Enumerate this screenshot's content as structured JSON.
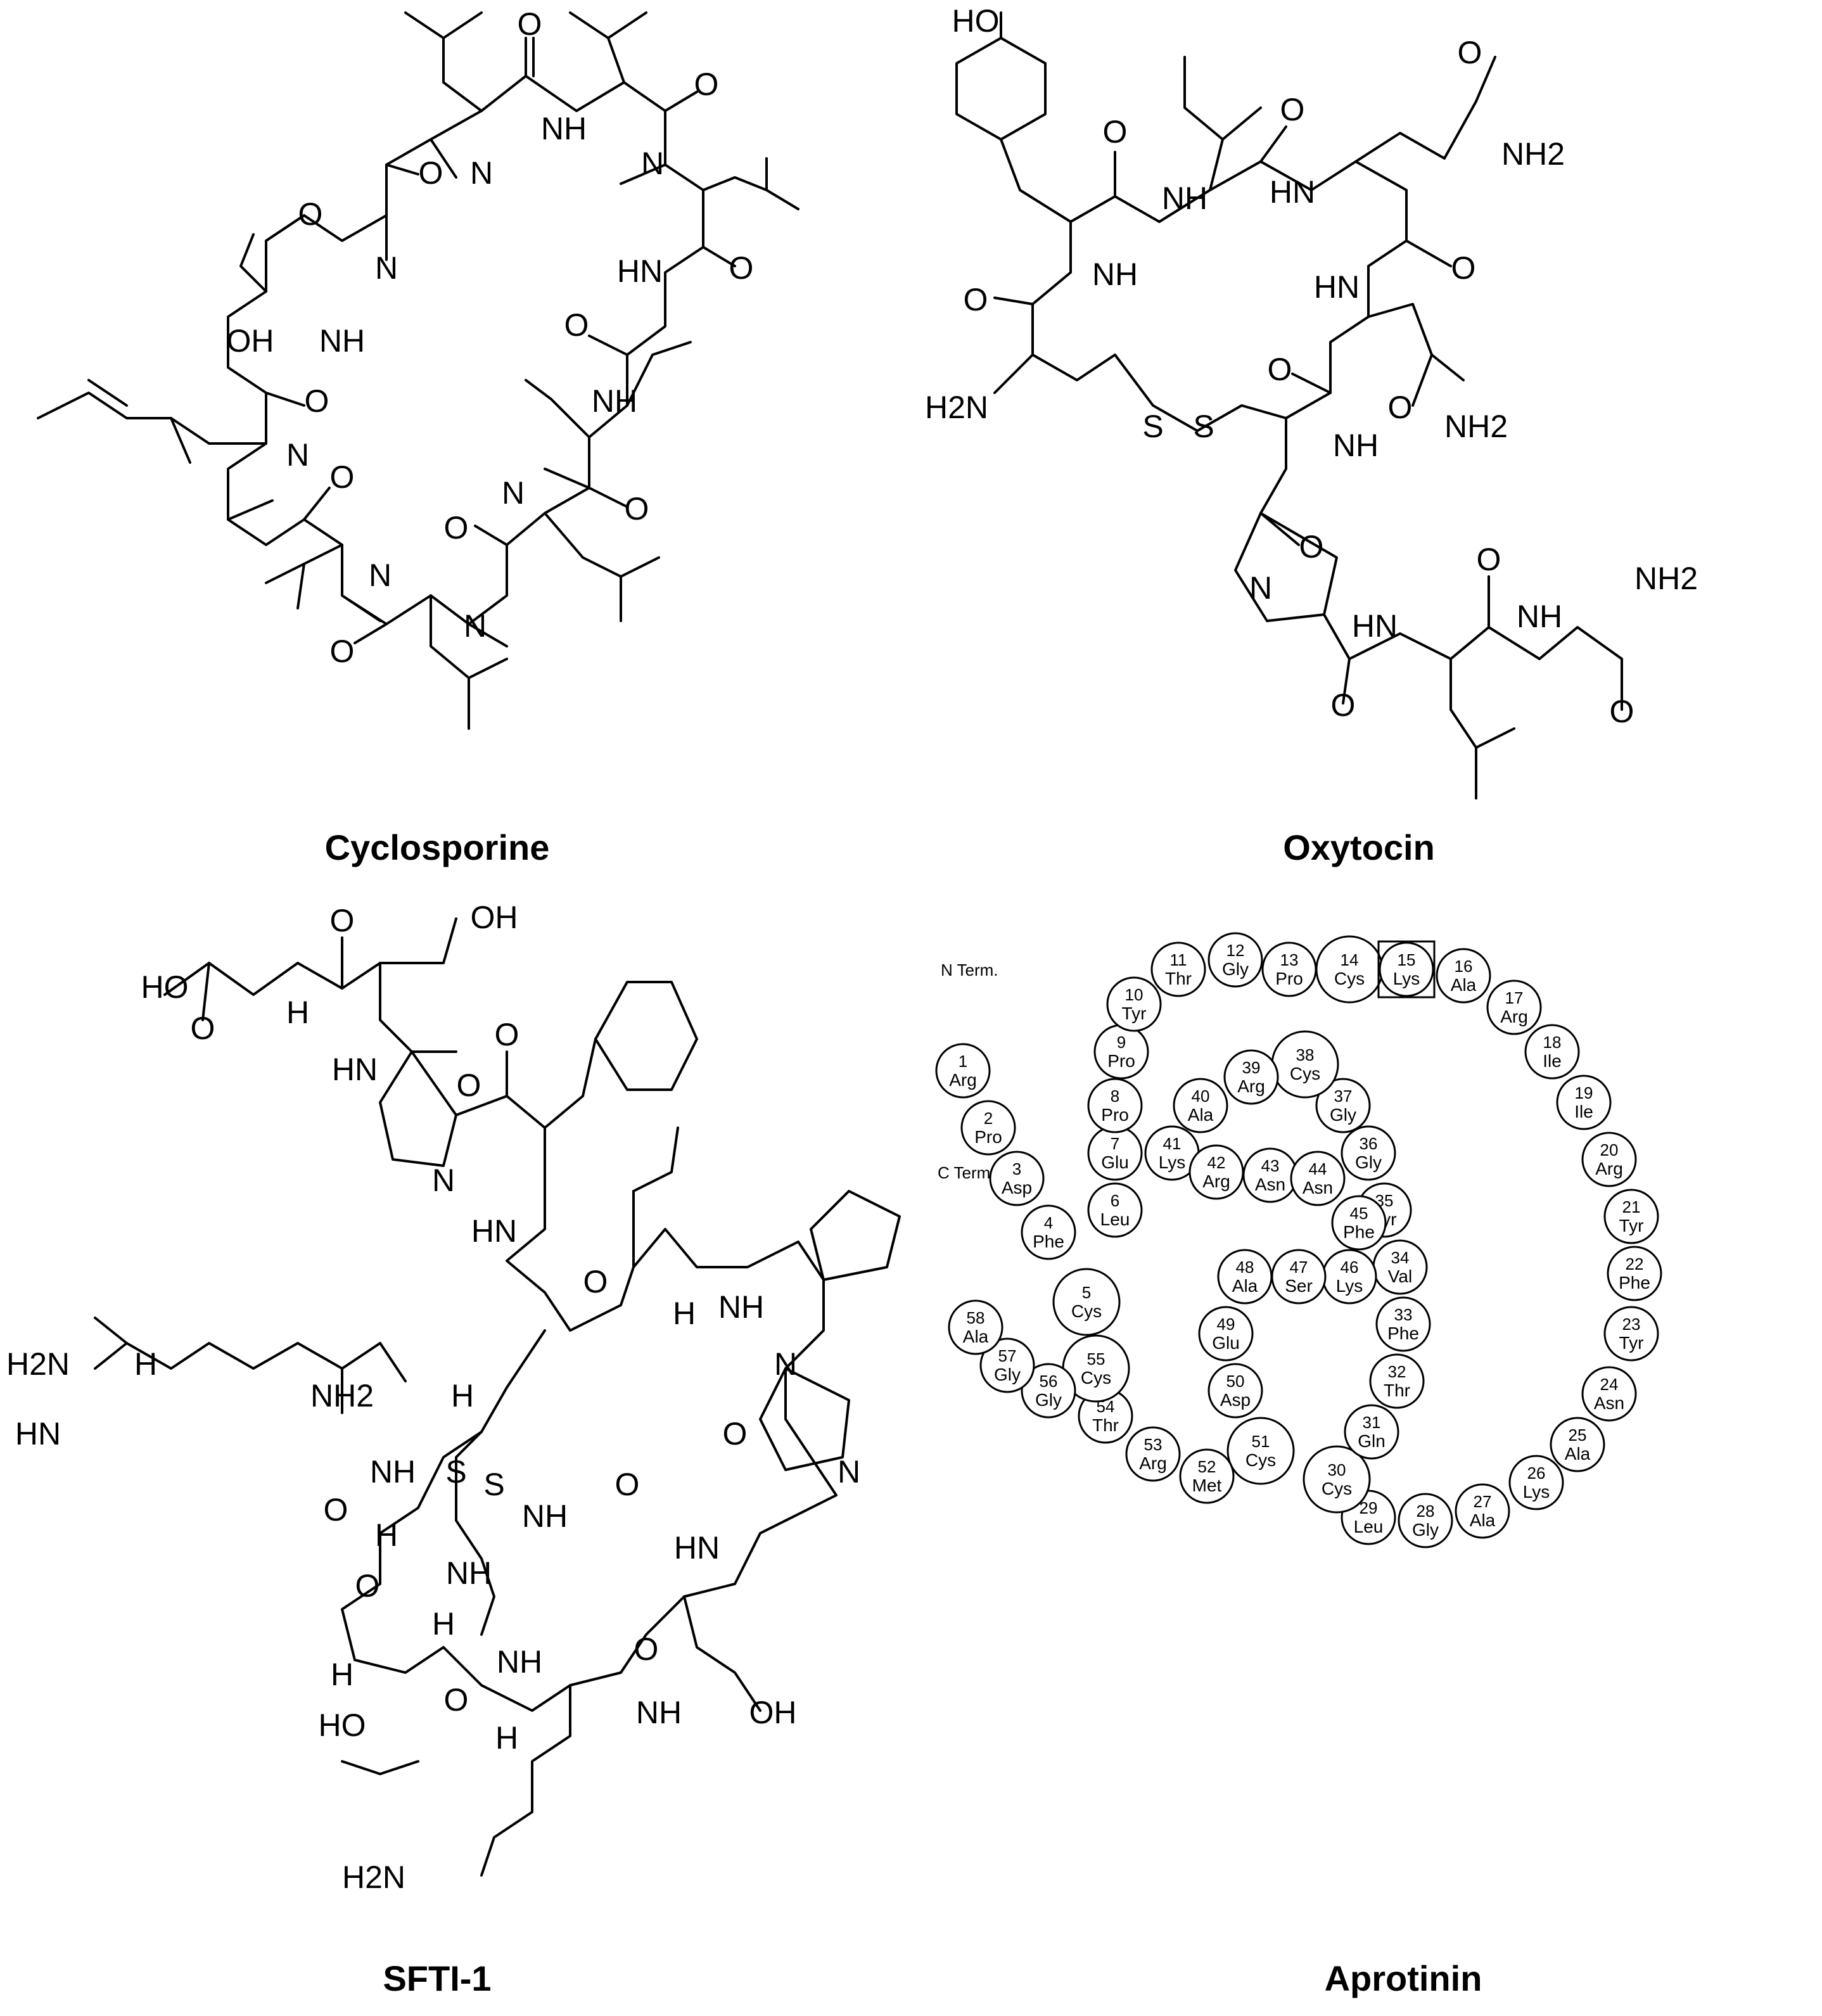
{
  "panels": [
    {
      "name": "Cyclosporine"
    },
    {
      "name": "Oxytocin"
    },
    {
      "name": "SFTI-1"
    },
    {
      "name": "Aprotinin"
    }
  ],
  "labels": {
    "o": "O",
    "n": "N",
    "nh": "NH",
    "hn": "HN",
    "h": "H",
    "oh": "OH",
    "ho": "HO",
    "s": "S",
    "nh2": "NH2",
    "h2n": "H2N"
  },
  "aprotinin": {
    "n_term": "N Term.",
    "c_term": "C Term.",
    "residues": [
      {
        "num": "1",
        "name": "Arg"
      },
      {
        "num": "2",
        "name": "Pro"
      },
      {
        "num": "3",
        "name": "Asp"
      },
      {
        "num": "4",
        "name": "Phe"
      },
      {
        "num": "5",
        "name": "Cys"
      },
      {
        "num": "6",
        "name": "Leu"
      },
      {
        "num": "7",
        "name": "Glu"
      },
      {
        "num": "8",
        "name": "Pro"
      },
      {
        "num": "9",
        "name": "Pro"
      },
      {
        "num": "10",
        "name": "Tyr"
      },
      {
        "num": "11",
        "name": "Thr"
      },
      {
        "num": "12",
        "name": "Gly"
      },
      {
        "num": "13",
        "name": "Pro"
      },
      {
        "num": "14",
        "name": "Cys"
      },
      {
        "num": "15",
        "name": "Lys"
      },
      {
        "num": "16",
        "name": "Ala"
      },
      {
        "num": "17",
        "name": "Arg"
      },
      {
        "num": "18",
        "name": "Ile"
      },
      {
        "num": "19",
        "name": "Ile"
      },
      {
        "num": "20",
        "name": "Arg"
      },
      {
        "num": "21",
        "name": "Tyr"
      },
      {
        "num": "22",
        "name": "Phe"
      },
      {
        "num": "23",
        "name": "Tyr"
      },
      {
        "num": "24",
        "name": "Asn"
      },
      {
        "num": "25",
        "name": "Ala"
      },
      {
        "num": "26",
        "name": "Lys"
      },
      {
        "num": "27",
        "name": "Ala"
      },
      {
        "num": "28",
        "name": "Gly"
      },
      {
        "num": "29",
        "name": "Leu"
      },
      {
        "num": "30",
        "name": "Cys"
      },
      {
        "num": "31",
        "name": "Gln"
      },
      {
        "num": "32",
        "name": "Thr"
      },
      {
        "num": "33",
        "name": "Phe"
      },
      {
        "num": "34",
        "name": "Val"
      },
      {
        "num": "35",
        "name": "Tyr"
      },
      {
        "num": "36",
        "name": "Gly"
      },
      {
        "num": "37",
        "name": "Gly"
      },
      {
        "num": "38",
        "name": "Cys"
      },
      {
        "num": "39",
        "name": "Arg"
      },
      {
        "num": "40",
        "name": "Ala"
      },
      {
        "num": "41",
        "name": "Lys"
      },
      {
        "num": "42",
        "name": "Arg"
      },
      {
        "num": "43",
        "name": "Asn"
      },
      {
        "num": "44",
        "name": "Asn"
      },
      {
        "num": "45",
        "name": "Phe"
      },
      {
        "num": "46",
        "name": "Lys"
      },
      {
        "num": "47",
        "name": "Ser"
      },
      {
        "num": "48",
        "name": "Ala"
      },
      {
        "num": "49",
        "name": "Glu"
      },
      {
        "num": "50",
        "name": "Asp"
      },
      {
        "num": "51",
        "name": "Cys"
      },
      {
        "num": "52",
        "name": "Met"
      },
      {
        "num": "53",
        "name": "Arg"
      },
      {
        "num": "54",
        "name": "Thr"
      },
      {
        "num": "55",
        "name": "Cys"
      },
      {
        "num": "56",
        "name": "Gly"
      },
      {
        "num": "57",
        "name": "Gly"
      },
      {
        "num": "58",
        "name": "Ala"
      }
    ]
  }
}
